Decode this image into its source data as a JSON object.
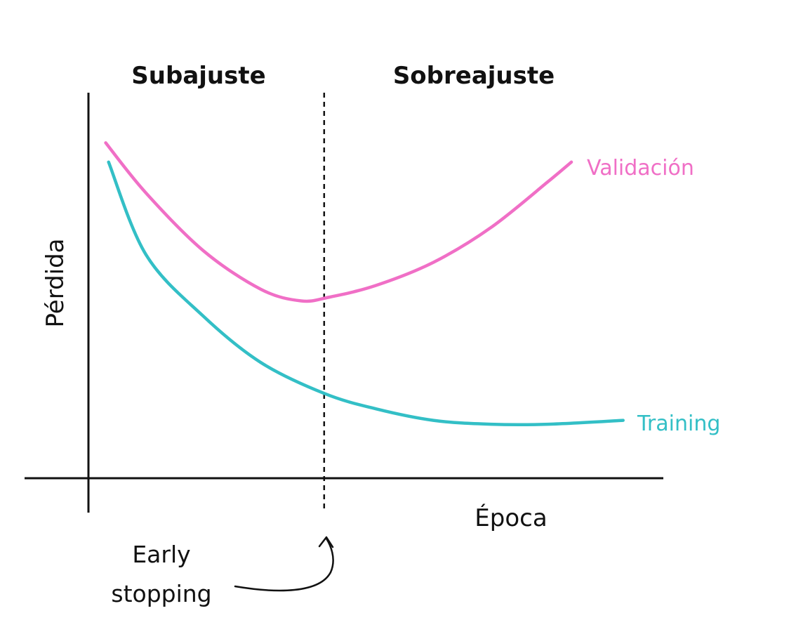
{
  "chart_data": {
    "type": "line",
    "title": "",
    "xlabel": "Época",
    "ylabel": "Pérdida",
    "region_labels": {
      "left": "Subajuste",
      "right": "Sobreajuste"
    },
    "annotation": {
      "text_line1": "Early",
      "text_line2": "stopping"
    },
    "xlim": [
      0,
      10
    ],
    "ylim": [
      0,
      10
    ],
    "divider_x": 4.1,
    "grid": false,
    "legend": "inline labels at line ends",
    "series": [
      {
        "name": "Validación",
        "color": "#f06fc6",
        "x": [
          0.3,
          1.0,
          2.0,
          3.0,
          3.7,
          4.2,
          5.0,
          6.0,
          7.0,
          8.0,
          8.4
        ],
        "y": [
          8.7,
          7.4,
          5.9,
          4.9,
          4.6,
          4.7,
          5.0,
          5.6,
          6.5,
          7.7,
          8.2
        ]
      },
      {
        "name": "Training",
        "color": "#33bfc6",
        "x": [
          0.35,
          1.0,
          2.0,
          3.0,
          4.1,
          5.0,
          6.0,
          7.0,
          8.0,
          9.3
        ],
        "y": [
          8.2,
          5.8,
          4.2,
          3.0,
          2.2,
          1.8,
          1.5,
          1.4,
          1.4,
          1.5
        ]
      }
    ]
  }
}
